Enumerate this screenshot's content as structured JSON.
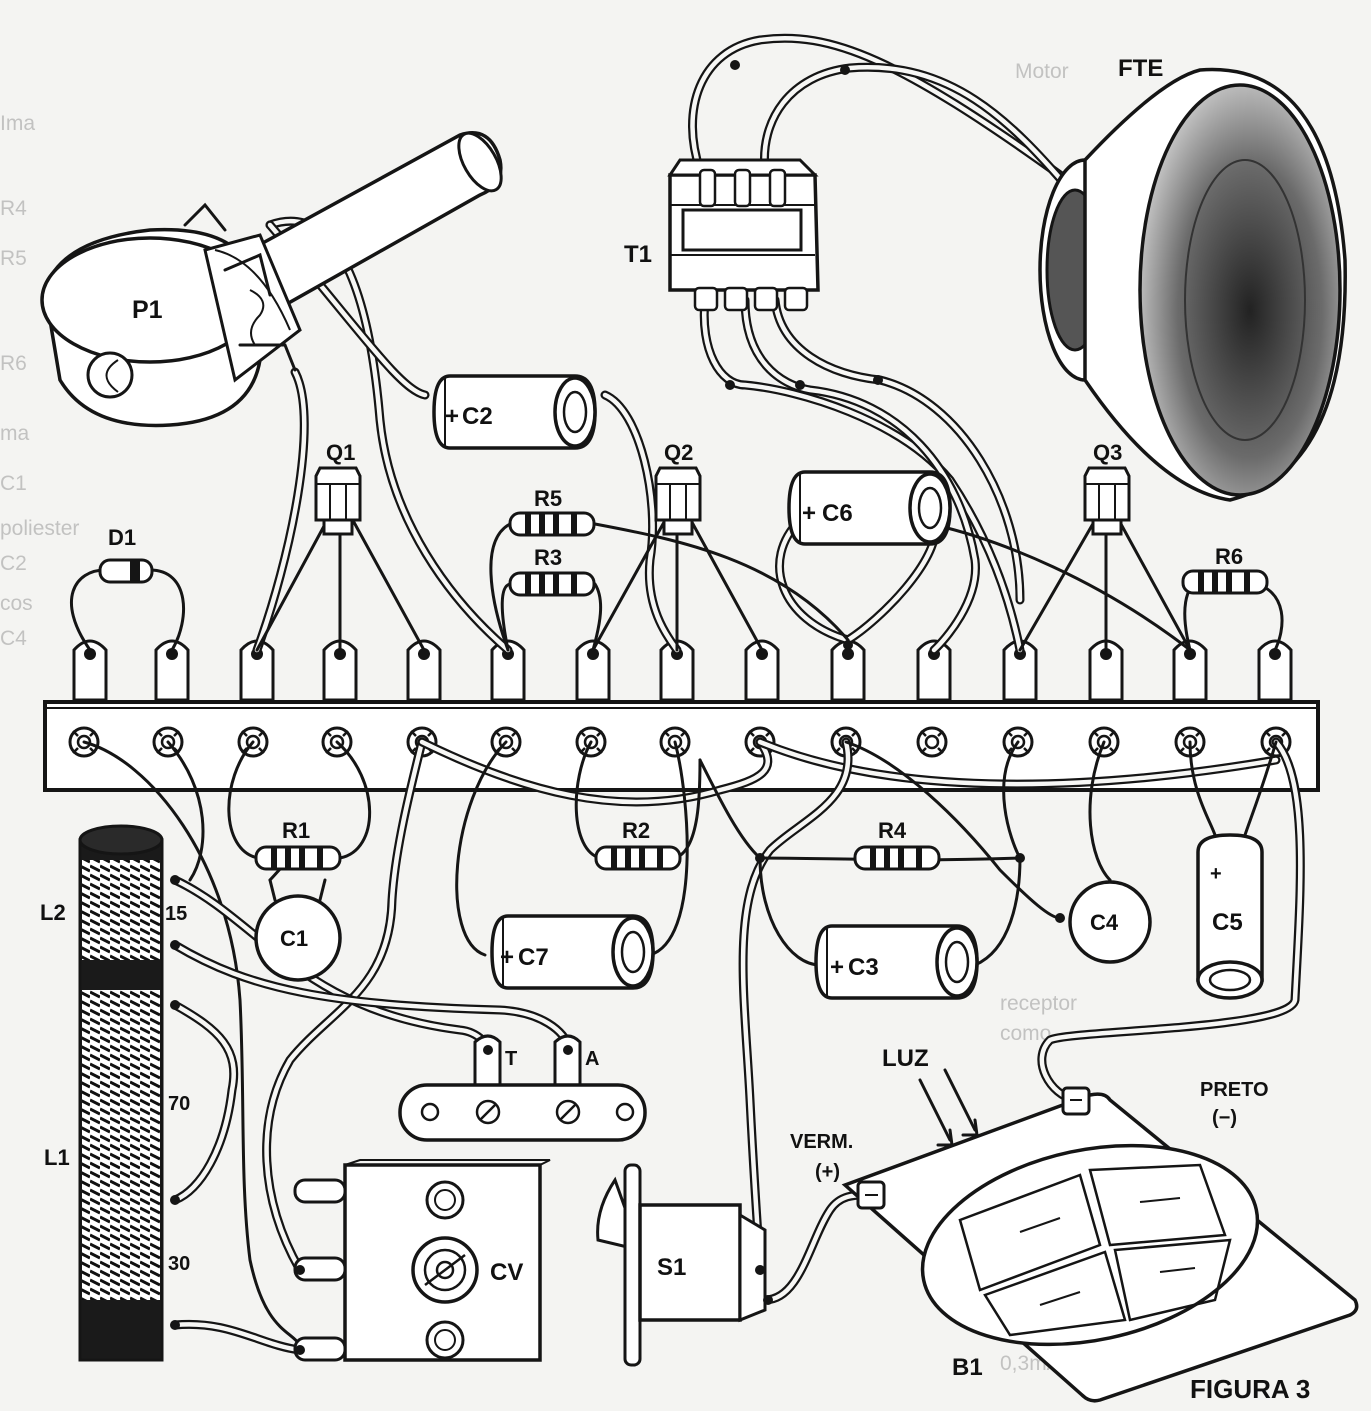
{
  "caption": "FIGURA 3",
  "labels": {
    "p1": "P1",
    "t1": "T1",
    "fte": "FTE",
    "q1": "Q1",
    "q2": "Q2",
    "q3": "Q3",
    "d1": "D1",
    "r1": "R1",
    "r2": "R2",
    "r3": "R3",
    "r4": "R4",
    "r5": "R5",
    "r6": "R6",
    "c1": "C1",
    "c2": "C2",
    "c3": "C3",
    "c4": "C4",
    "c5": "C5",
    "c6": "C6",
    "c7": "C7",
    "plus": "+",
    "l1": "L1",
    "l2": "L2",
    "turns_15": "15",
    "turns_70": "70",
    "turns_30": "30",
    "t": "T",
    "a": "A",
    "cv": "CV",
    "s1": "S1",
    "b1": "B1",
    "luz": "LUZ",
    "preto": "PRETO",
    "preto_sign": "(−)",
    "verm": "VERM.",
    "verm_sign": "(+)"
  }
}
